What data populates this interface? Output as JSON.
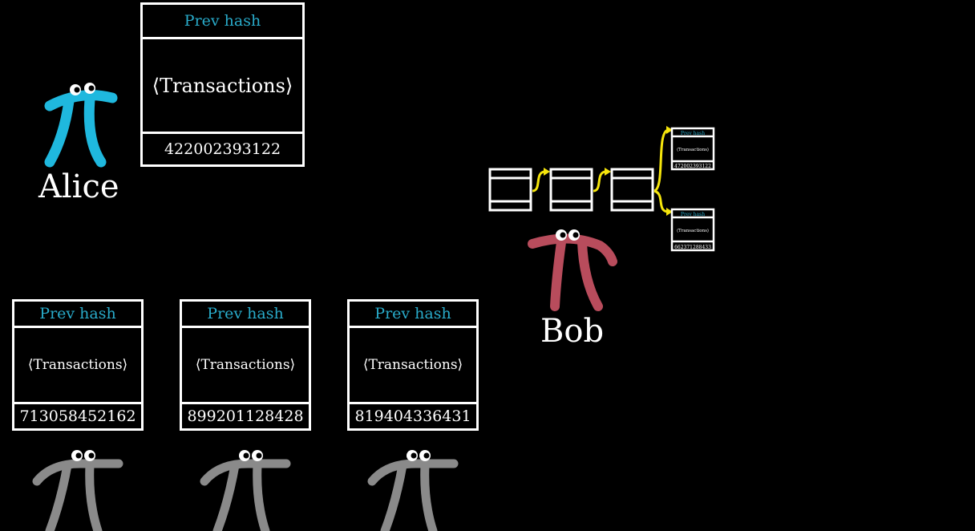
{
  "alice": {
    "name": "Alice",
    "color": "#1fb8de",
    "block": {
      "header": "Prev hash",
      "body": "⟨Transactions⟩",
      "nonce": "422002393122"
    }
  },
  "bob": {
    "name": "Bob",
    "color": "#b84c5c",
    "fork_top": {
      "header": "Prev hash",
      "body": "⟨Transactions⟩",
      "nonce": "472002393122"
    },
    "fork_bottom": {
      "header": "Prev hash",
      "body": "⟨Transactions⟩",
      "nonce": "662371288433"
    }
  },
  "miners": [
    {
      "header": "Prev hash",
      "body": "⟨Transactions⟩",
      "nonce": "713058452162"
    },
    {
      "header": "Prev hash",
      "body": "⟨Transactions⟩",
      "nonce": "899201128428"
    },
    {
      "header": "Prev hash",
      "body": "⟨Transactions⟩",
      "nonce": "819404336431"
    }
  ],
  "colors": {
    "hash_text": "#29abca",
    "arrow": "#f5e50c",
    "miner": "#8a8a8a"
  }
}
